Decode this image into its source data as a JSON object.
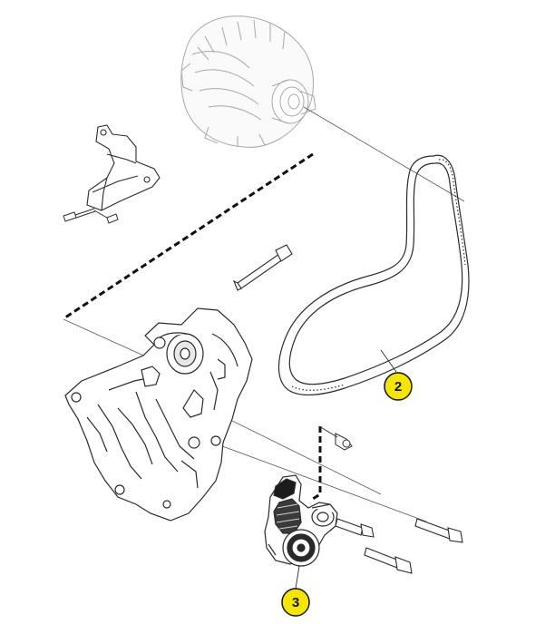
{
  "callouts": [
    {
      "id": "2",
      "label": "2",
      "target": "serpentine-belt"
    },
    {
      "id": "3",
      "label": "3",
      "target": "belt-tensioner"
    }
  ],
  "colors": {
    "line": "#2a2a2a",
    "faint_line": "#9a9a9a",
    "callout_fill": "#f5e600",
    "callout_stroke": "#111111",
    "background": "#ffffff"
  }
}
